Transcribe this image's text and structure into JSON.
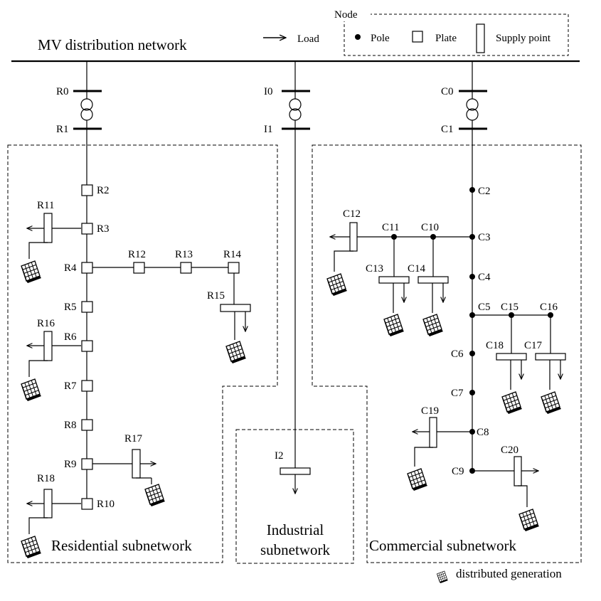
{
  "title": "MV distribution network",
  "legend": {
    "load": "Load",
    "node_heading": "Node",
    "pole": "Pole",
    "plate": "Plate",
    "supply_point": "Supply point",
    "distributed_generation": "distributed generation"
  },
  "transformers": {
    "residential": {
      "top": "R0",
      "bottom": "R1"
    },
    "industrial": {
      "top": "I0",
      "bottom": "I1"
    },
    "commercial": {
      "top": "C0",
      "bottom": "C1"
    }
  },
  "subnetworks": {
    "residential": "Residential subnetwork",
    "industrial_line1": "Industrial",
    "industrial_line2": "subnetwork",
    "commercial": "Commercial subnetwork"
  },
  "nodes": {
    "R2": "R2",
    "R3": "R3",
    "R4": "R4",
    "R5": "R5",
    "R6": "R6",
    "R7": "R7",
    "R8": "R8",
    "R9": "R9",
    "R10": "R10",
    "R11": "R11",
    "R12": "R12",
    "R13": "R13",
    "R14": "R14",
    "R15": "R15",
    "R16": "R16",
    "R17": "R17",
    "R18": "R18",
    "I2": "I2",
    "C2": "C2",
    "C3": "C3",
    "C4": "C4",
    "C5": "C5",
    "C6": "C6",
    "C7": "C7",
    "C8": "C8",
    "C9": "C9",
    "C10": "C10",
    "C11": "C11",
    "C12": "C12",
    "C13": "C13",
    "C14": "C14",
    "C15": "C15",
    "C16": "C16",
    "C17": "C17",
    "C18": "C18",
    "C19": "C19",
    "C20": "C20"
  }
}
